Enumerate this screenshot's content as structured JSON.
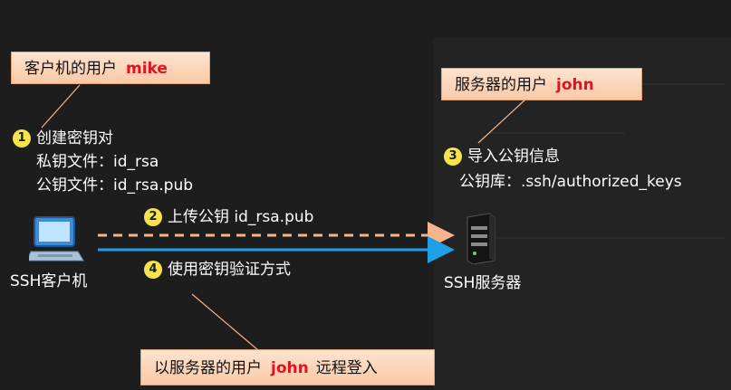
{
  "client_user_box": {
    "prefix": "客户机的用户",
    "user": "mike"
  },
  "server_user_box": {
    "prefix": "服务器的用户",
    "user": "john"
  },
  "login_box": {
    "prefix": "以服务器的用户",
    "user": "john",
    "suffix": "远程登入"
  },
  "step1": {
    "number": "1",
    "title": "创建密钥对",
    "private_key": "私钥文件：id_rsa",
    "public_key": "公钥文件：id_rsa.pub"
  },
  "step2": {
    "number": "2",
    "text": "上传公钥  id_rsa.pub"
  },
  "step3": {
    "number": "3",
    "title": "导入公钥信息",
    "store": "公钥库：.ssh/authorized_keys"
  },
  "step4": {
    "number": "4",
    "text": "使用密钥验证方式"
  },
  "client_label": "SSH客户机",
  "server_label": "SSH服务器",
  "colors": {
    "callout_bg": "#fcd7bc",
    "user_red": "#e0141e",
    "upload_arrow": "#f5b48a",
    "auth_arrow": "#1ea0e6",
    "step_badge": "#f7e34b"
  },
  "icons": {
    "client": "computer-icon",
    "server": "server-tower-icon"
  }
}
